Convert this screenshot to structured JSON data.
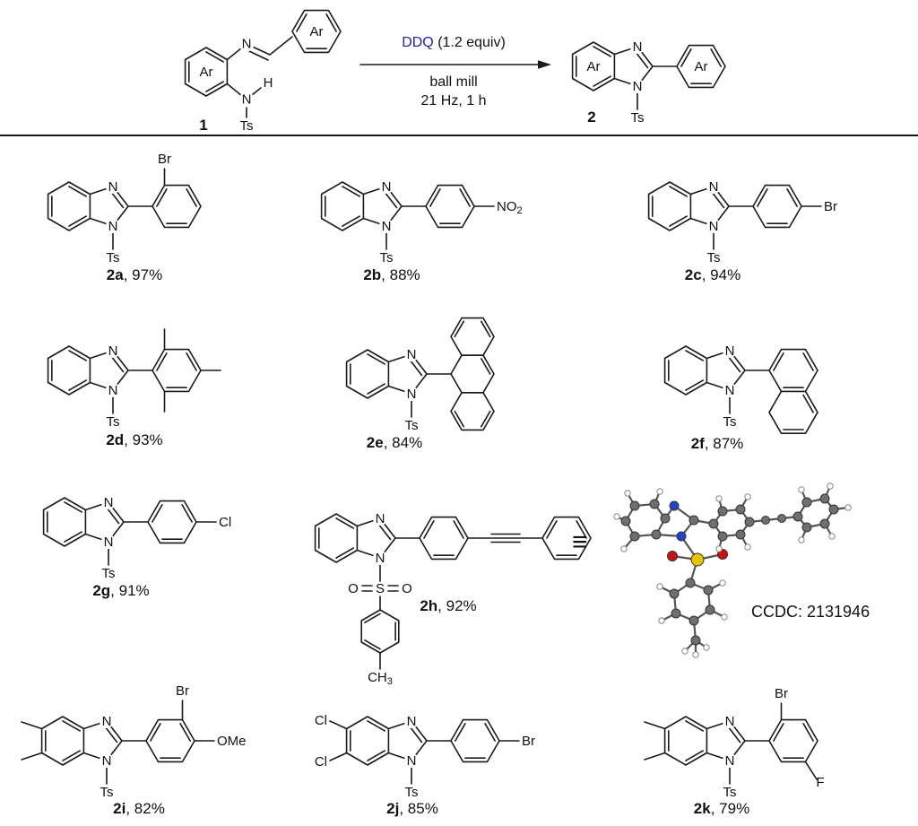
{
  "scheme": {
    "reactant_label": "1",
    "product_label": "2",
    "reagent": "DDQ",
    "reagent_rest": " (1.2 equiv)",
    "reagent_color": "#2222b0",
    "cond_line2": "ball mill",
    "cond_line3": "21 Hz, 1 h",
    "equiv_symbol": "≡"
  },
  "atoms": {
    "n": "N",
    "h": "H",
    "ts": "Ts",
    "ar": "Ar",
    "s": "S",
    "o": "O",
    "br": "Br",
    "cl": "Cl",
    "f": "F",
    "no_main": "NO",
    "no_sub": "2",
    "ome": "OMe",
    "ch_main": "CH",
    "ch_sub": "3"
  },
  "compounds": [
    {
      "id": "2a",
      "rest": ", 97%"
    },
    {
      "id": "2b",
      "rest": ", 88%"
    },
    {
      "id": "2c",
      "rest": ", 94%"
    },
    {
      "id": "2d",
      "rest": ", 93%"
    },
    {
      "id": "2e",
      "rest": ", 84%"
    },
    {
      "id": "2f",
      "rest": ", 87%"
    },
    {
      "id": "2g",
      "rest": ", 91%"
    },
    {
      "id": "2h",
      "rest": ", 92%"
    },
    {
      "id": "2i",
      "rest": ", 82%"
    },
    {
      "id": "2j",
      "rest": ", 85%"
    },
    {
      "id": "2k",
      "rest": ", 79%"
    }
  ],
  "xray": {
    "caption": "CCDC: 2131946"
  }
}
